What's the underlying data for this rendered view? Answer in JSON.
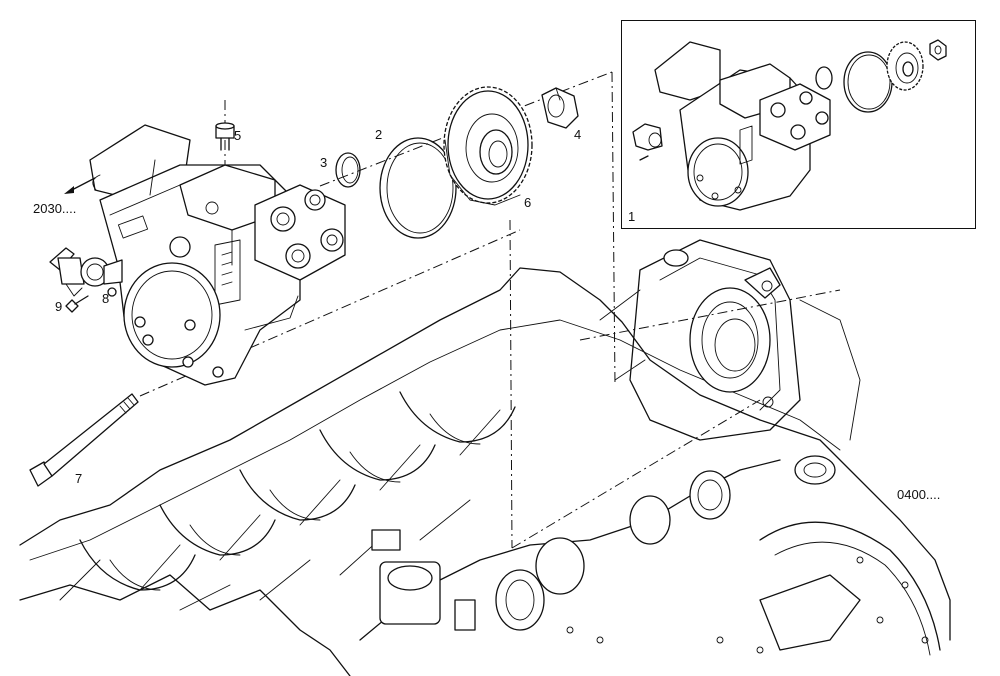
{
  "callouts": {
    "p1": "1",
    "p2": "2",
    "p3": "3",
    "p4": "4",
    "p5": "5",
    "p6": "6",
    "p7": "7",
    "p8": "8",
    "p9": "9"
  },
  "references": {
    "ref_2030": "2030....",
    "ref_0400": "0400...."
  }
}
